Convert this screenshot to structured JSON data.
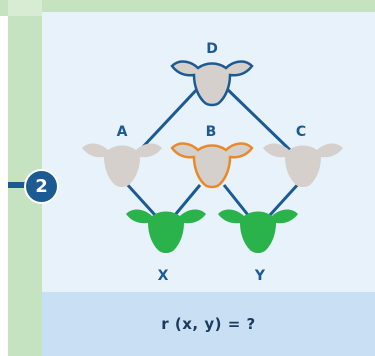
{
  "step": {
    "number": "2"
  },
  "question": {
    "text": "r (x, y) = ?"
  },
  "pedigree": {
    "nodes": {
      "D": {
        "label": "D"
      },
      "A": {
        "label": "A"
      },
      "B": {
        "label": "B"
      },
      "C": {
        "label": "C"
      },
      "X": {
        "label": "X"
      },
      "Y": {
        "label": "Y"
      }
    }
  },
  "colors": {
    "ancestor_fill": "#d5d0cc",
    "ancestor_outline": "#1c5a94",
    "common_ancestor_outline": "#e88a2c",
    "offspring_fill": "#2ab34a",
    "line": "#1c5a94",
    "panel": "#e7f2fb",
    "footer": "#c9e0f4",
    "rail": "#c6e3c1"
  }
}
